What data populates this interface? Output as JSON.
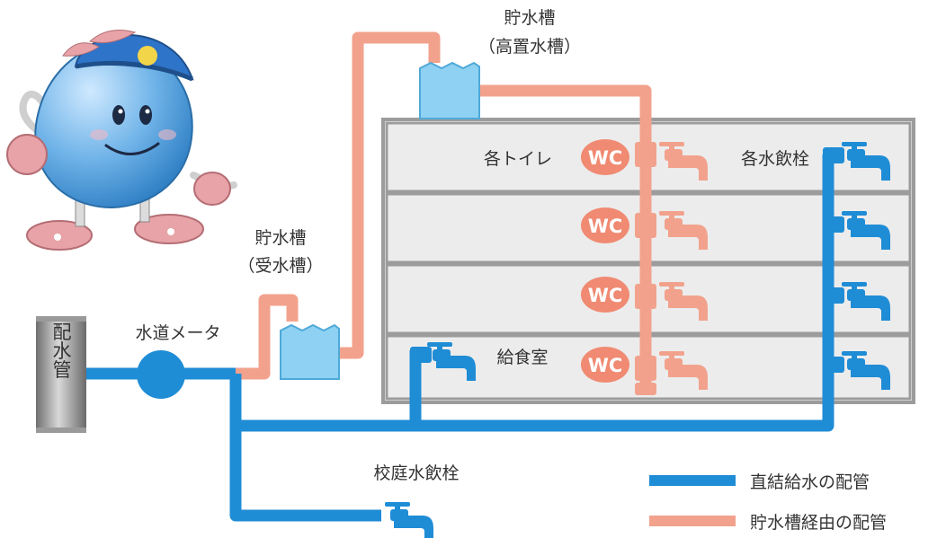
{
  "colors": {
    "direct": "#1F8CD6",
    "tank": "#F2A28C",
    "tank_fill": "#8ED1F2",
    "floor_fill": "#ECECEC",
    "floor_stroke": "#9C9C9C",
    "main_pipe": "#8E8E8E",
    "wc": "#F08A72"
  },
  "labels": {
    "main_pipe": "配水管",
    "meter": "水道メータ",
    "tank_upper_title": "貯水槽",
    "tank_upper_sub": "（高置水槽）",
    "tank_lower_title": "貯水槽",
    "tank_lower_sub": "（受水槽）",
    "toilets": "各トイレ",
    "fountains": "各水飲栓",
    "kitchen": "給食室",
    "yard_fountain": "校庭水飲栓",
    "wc": "WC"
  },
  "legend": {
    "direct": "直結給水の配管",
    "tank": "貯水槽経由の配管"
  }
}
